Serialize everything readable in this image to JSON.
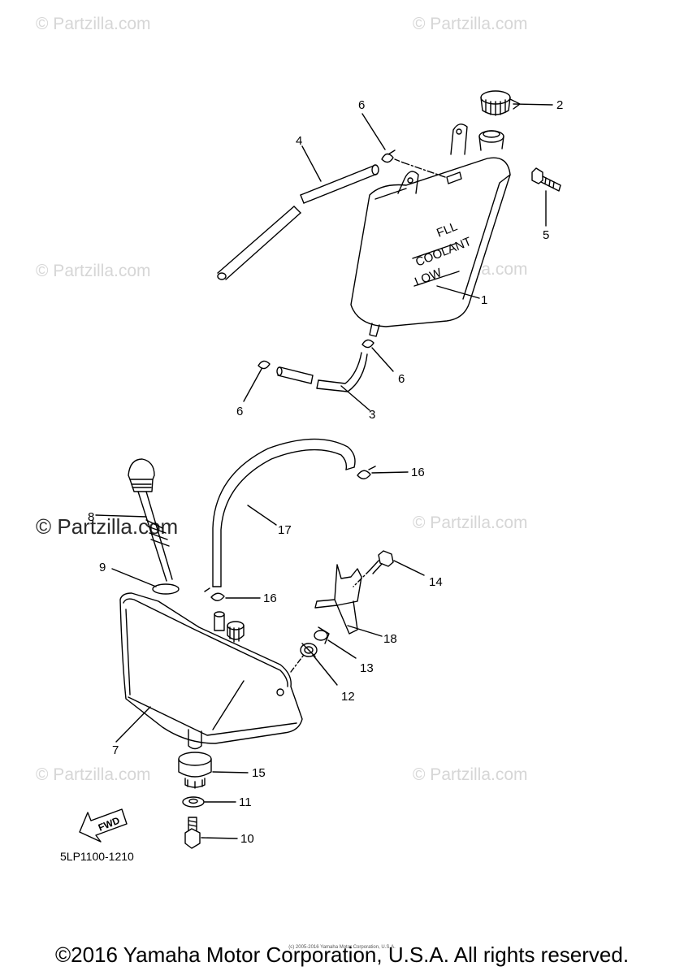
{
  "watermarks": [
    "© Partzilla.com",
    "© Partzilla.com",
    "© Partzilla.com",
    "© Partzilla.com",
    "© Partzilla.com",
    "© Partzilla.com",
    "© Partzilla.com",
    "© Partzilla.com"
  ],
  "watermark_prominent": "© Partzilla.com",
  "tank_markings": {
    "full": "FLL",
    "coolant": "COOLANT",
    "low": "LOW"
  },
  "callouts": {
    "c1": "1",
    "c2": "2",
    "c3": "3",
    "c4": "4",
    "c5": "5",
    "c6a": "6",
    "c6b": "6",
    "c6c": "6",
    "c7": "7",
    "c8": "8",
    "c9": "9",
    "c10": "10",
    "c11": "11",
    "c12": "12",
    "c13": "13",
    "c14": "14",
    "c15": "15",
    "c16a": "16",
    "c16b": "16",
    "c17": "17",
    "c18": "18"
  },
  "fwd_label": "FWD",
  "part_number": "5LP1100-1210",
  "tiny_copyright": "(c) 2005-2016 Yamaha Motor Corporation, U.S.A.",
  "copyright": "©2016 Yamaha Motor Corporation, U.S.A. All rights reserved."
}
